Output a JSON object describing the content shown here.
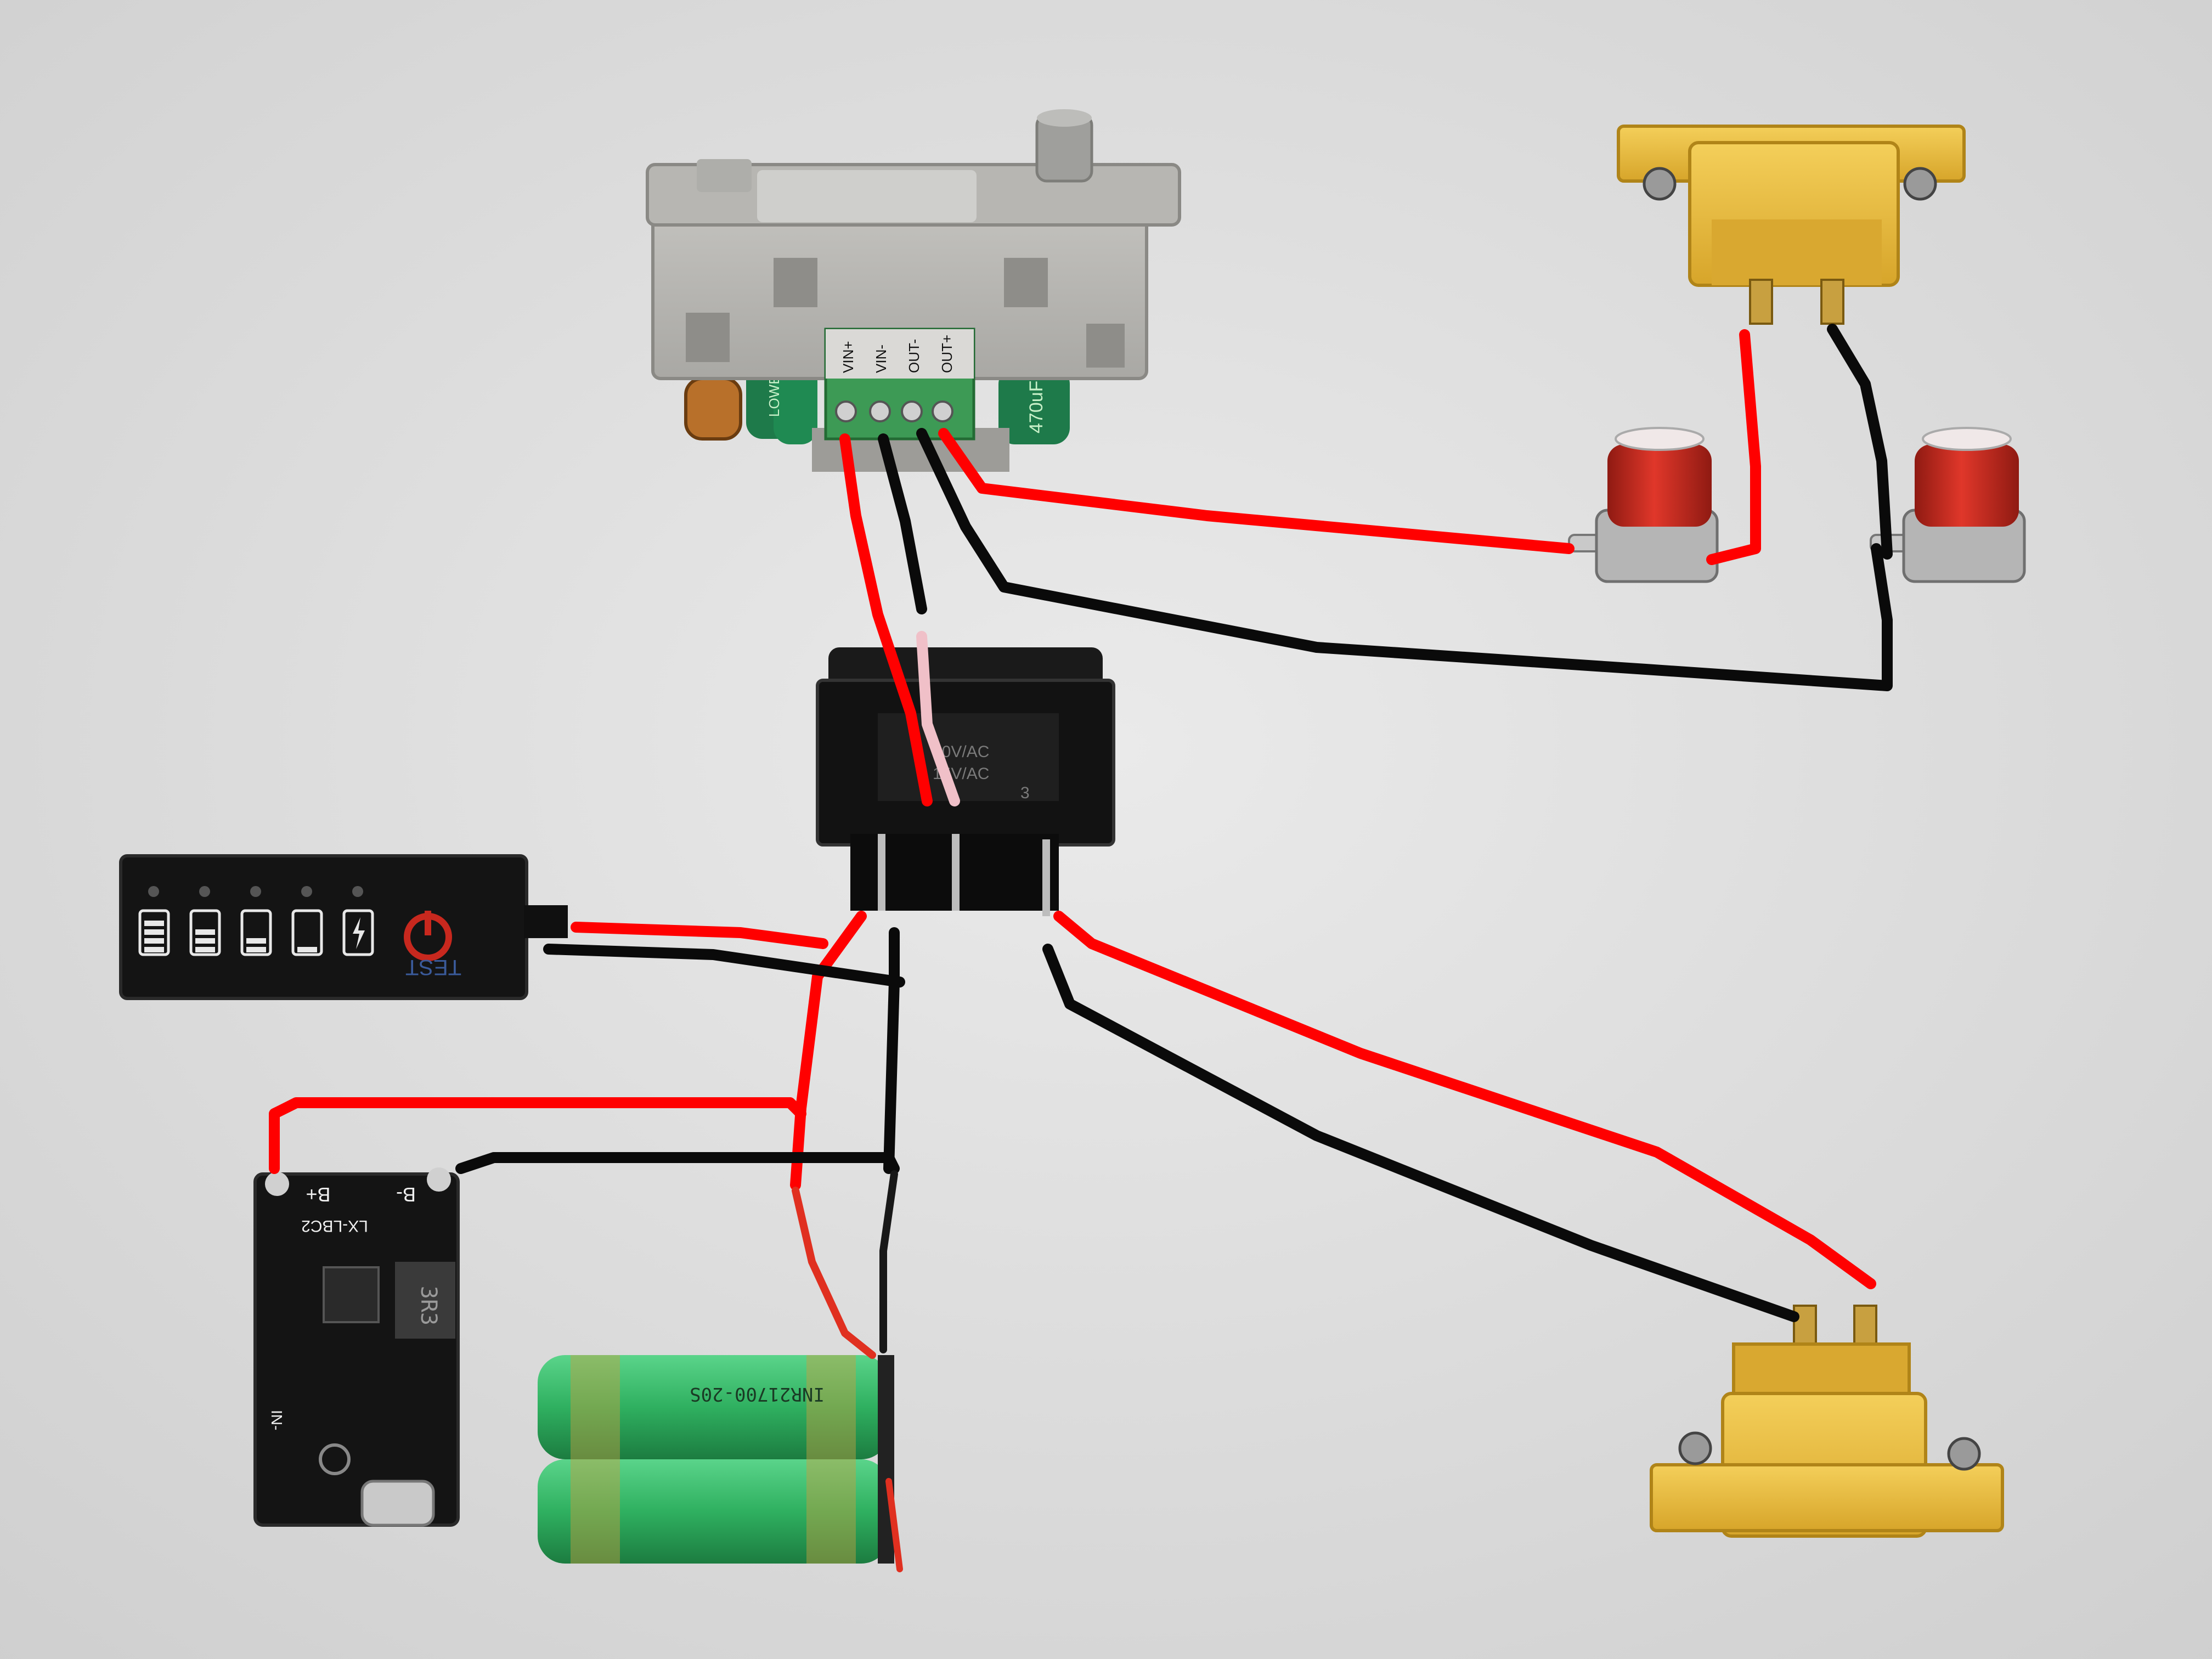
{
  "buck_converter": {
    "terminal_labels": [
      "VIN+",
      "VIN-",
      "OUT-",
      "OUT+"
    ],
    "capacitor_left_text": "LOWESR",
    "capacitor_right_text": "470uF"
  },
  "rocker_switch": {
    "rating_line_1": "10V/AC",
    "rating_line_2": "15V/AC",
    "pin_right": "3"
  },
  "battery_indicator": {
    "button_label": "TEST",
    "bar_levels": [
      4,
      3,
      2,
      1,
      0
    ]
  },
  "charger_board": {
    "pad_b_plus": "B+",
    "pad_b_minus": "B-",
    "model": "LX-LBC2",
    "inductor_code": "3R3",
    "pin_in_minus": "IN-"
  },
  "battery_pack": {
    "cell_print": "INR21700-20S"
  },
  "colors": {
    "background": "#e4e4e4",
    "wire_positive": "#ff0000",
    "wire_negative": "#0a0a0a",
    "xt60_yellow": "#e8b838",
    "binding_post_red": "#d42a1e",
    "cell_green": "#2fb060",
    "pcb_black": "#141414",
    "module_gray": "#b9b8b4"
  }
}
